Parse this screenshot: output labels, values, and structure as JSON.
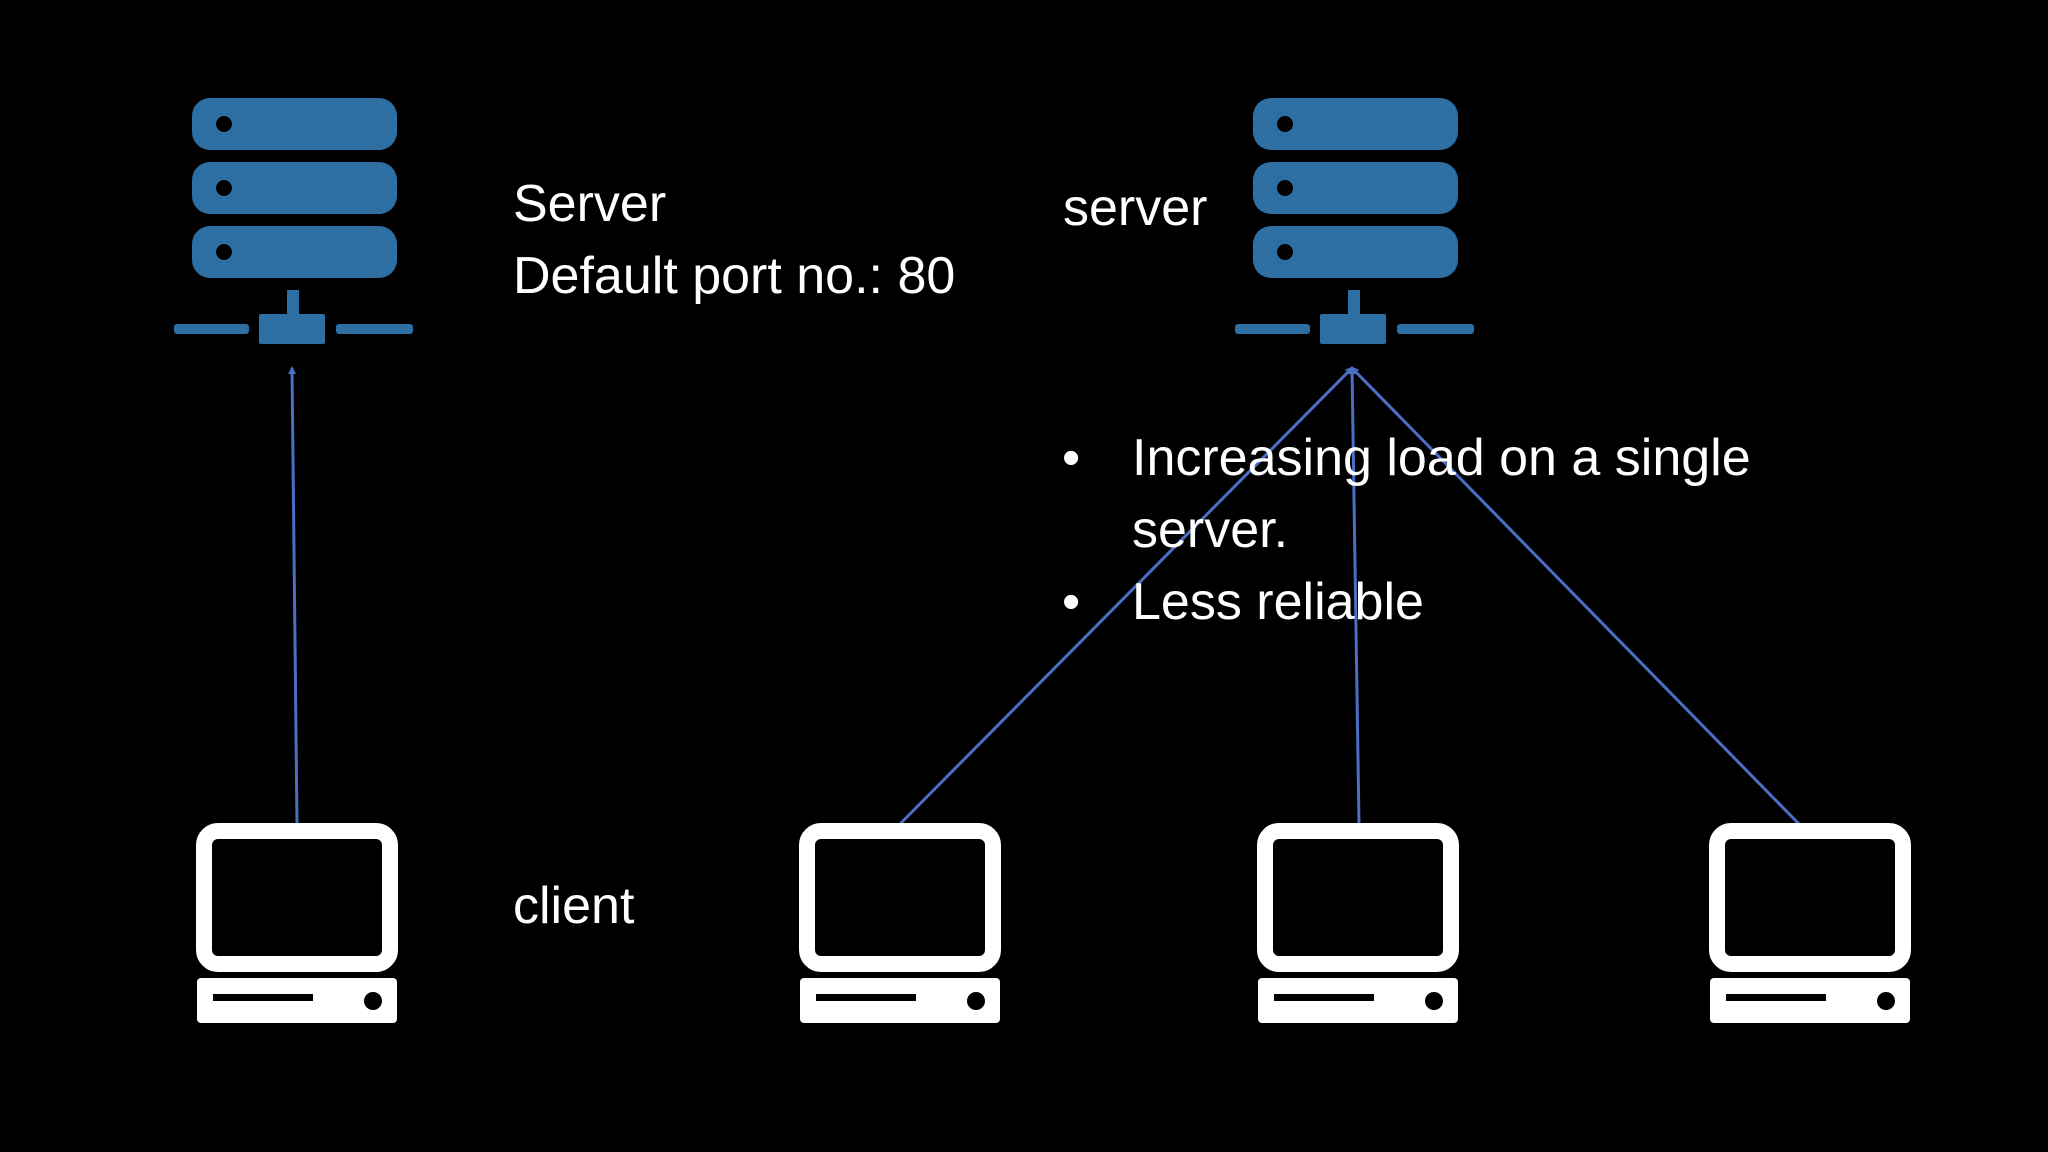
{
  "left": {
    "server_title": "Server",
    "server_port": "Default port no.: 80",
    "client_label": "client"
  },
  "right": {
    "server_label": "server",
    "bullets": [
      "Increasing load on a single",
      "server.",
      "Less reliable"
    ],
    "bullet_glyph": "•"
  },
  "colors": {
    "background": "#000000",
    "server_icon": "#2e6fa3",
    "client_icon": "#ffffff",
    "connector": "#4a6fc4",
    "text": "#ffffff"
  },
  "icons": {
    "server": "server-rack-icon",
    "client": "desktop-computer-icon"
  }
}
